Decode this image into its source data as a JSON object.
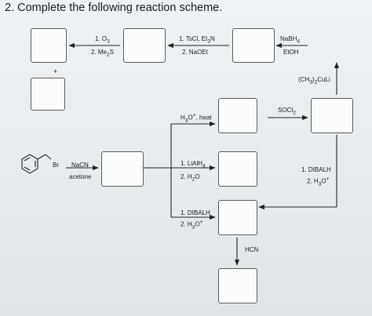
{
  "question": "2. Complete the following reaction scheme.",
  "plus": "+",
  "reagents": {
    "ozonolysis": [
      "1. O",
      "3",
      "2. Me",
      "2",
      "S"
    ],
    "tosylation": [
      "1. TsCl, Et",
      "3",
      "N",
      "2. NaOEt"
    ],
    "reduction": [
      "NaBH",
      "4",
      "EtOH"
    ],
    "cuprate": [
      "(CH",
      "3",
      ")",
      "2",
      "CuLi"
    ],
    "socl2": [
      "SOCl",
      "2"
    ],
    "hydrolysis": [
      "H",
      "3",
      "O",
      "+",
      ", heat"
    ],
    "lialh4": [
      "1. LiAlH",
      "4",
      "2. H",
      "2",
      "O"
    ],
    "dibalh_left": [
      "1. DIBALH",
      "2. H",
      "3",
      "O",
      "+"
    ],
    "dibalh_right": [
      "1. DIBALH",
      "2. H",
      "3",
      "O",
      "+"
    ],
    "nacn": [
      "NaCN",
      "acetone"
    ],
    "hcn": "HCN",
    "br": "Br"
  }
}
